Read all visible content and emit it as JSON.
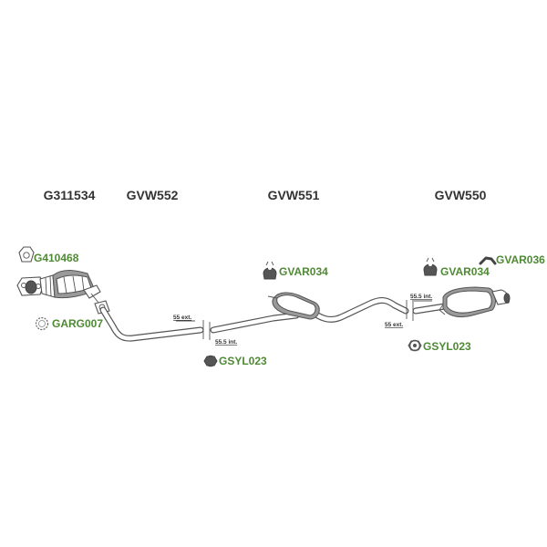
{
  "headings": {
    "catalytic_converter": "G311534",
    "front_pipe": "GVW552",
    "centre_silencer": "GVW551",
    "rear_silencer": "GVW550"
  },
  "fittings": {
    "gasket_top": "G410468",
    "gasket_ring": "GARG007",
    "mount_centre": "GVAR034",
    "mount_rear": "GVAR034",
    "hanger_rear": "GVAR036",
    "clamp_front": "GSYL023",
    "clamp_rear": "GSYL023"
  },
  "dimensions": {
    "joint1_ext": "55 ext.",
    "joint1_int": "55.5 int.",
    "joint2_int": "55.5 int.",
    "joint2_ext": "55 ext."
  },
  "colors": {
    "heading_text": "#333333",
    "fitting_code_text": "#4e8a33",
    "line_art": "#555555"
  }
}
